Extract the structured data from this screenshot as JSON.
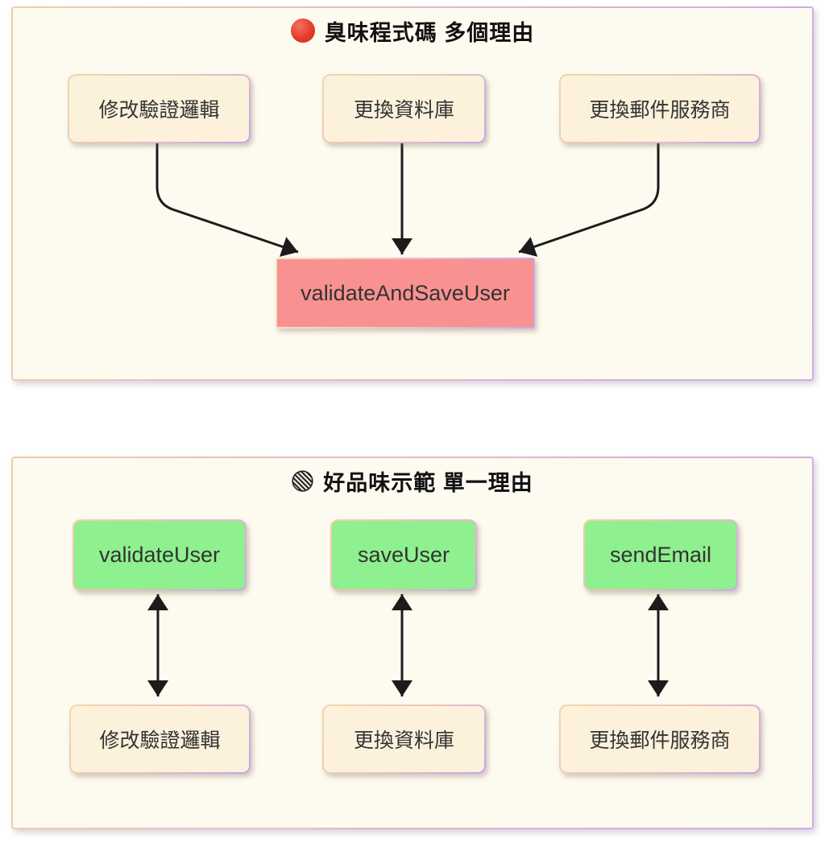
{
  "sections": {
    "smelly": {
      "icon": "red-circle",
      "title": "臭味程式碼 多個理由",
      "reasons": [
        "修改驗證邏輯",
        "更換資料庫",
        "更換郵件服務商"
      ],
      "target": "validateAndSaveUser",
      "edges": [
        {
          "from": "修改驗證邏輯",
          "to": "validateAndSaveUser",
          "bidirectional": false
        },
        {
          "from": "更換資料庫",
          "to": "validateAndSaveUser",
          "bidirectional": false
        },
        {
          "from": "更換郵件服務商",
          "to": "validateAndSaveUser",
          "bidirectional": false
        }
      ]
    },
    "good": {
      "icon": "hatched-circle",
      "title": "好品味示範 單一理由",
      "functions": [
        "validateUser",
        "saveUser",
        "sendEmail"
      ],
      "reasons": [
        "修改驗證邏輯",
        "更換資料庫",
        "更換郵件服務商"
      ],
      "edges": [
        {
          "from": "validateUser",
          "to": "修改驗證邏輯",
          "bidirectional": true
        },
        {
          "from": "saveUser",
          "to": "更換資料庫",
          "bidirectional": true
        },
        {
          "from": "sendEmail",
          "to": "更換郵件服務商",
          "bidirectional": true
        }
      ]
    }
  },
  "colors": {
    "panel_fill": "#fdfaf0",
    "node_cream_fill": "#fcf2dc",
    "node_red_fill": "#f99191",
    "node_green_fill": "#8ef08e",
    "arrow": "#1b1b1b",
    "border_gradient_start": "#e9d2a4",
    "border_gradient_end": "#cfa9ea",
    "red_dot": "#e73a2b",
    "text": "#333333"
  }
}
